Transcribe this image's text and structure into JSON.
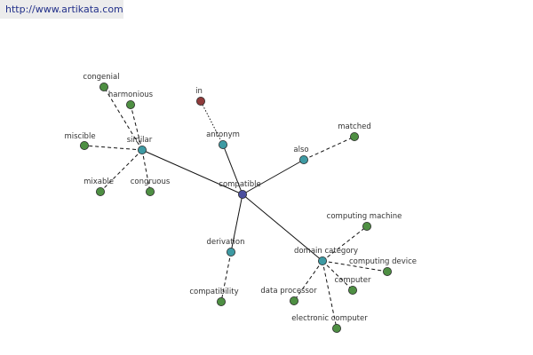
{
  "source_url": "http://www.artikata.com",
  "colors": {
    "center": "#4b4f9e",
    "relation": "#3e9aa3",
    "word": "#4e8f43",
    "antonym_word": "#8f3b3b"
  },
  "center_node": {
    "id": "compatible",
    "label": "compatible"
  },
  "relation_nodes": [
    {
      "id": "similar",
      "label": "similar"
    },
    {
      "id": "antonym",
      "label": "antonym"
    },
    {
      "id": "also",
      "label": "also"
    },
    {
      "id": "derivation",
      "label": "derivation"
    },
    {
      "id": "domain_category",
      "label": "domain category"
    }
  ],
  "word_nodes": [
    {
      "id": "congenial",
      "label": "congenial",
      "relation": "similar"
    },
    {
      "id": "harmonious",
      "label": "harmonious",
      "relation": "similar"
    },
    {
      "id": "miscible",
      "label": "miscible",
      "relation": "similar"
    },
    {
      "id": "mixable",
      "label": "mixable",
      "relation": "similar"
    },
    {
      "id": "congruous",
      "label": "congruous",
      "relation": "similar"
    },
    {
      "id": "in",
      "label": "in",
      "relation": "antonym"
    },
    {
      "id": "matched",
      "label": "matched",
      "relation": "also"
    },
    {
      "id": "compatibility",
      "label": "compatibility",
      "relation": "derivation"
    },
    {
      "id": "computing_machine",
      "label": "computing machine",
      "relation": "domain_category"
    },
    {
      "id": "computing_device",
      "label": "computing device",
      "relation": "domain_category"
    },
    {
      "id": "computer",
      "label": "computer",
      "relation": "domain_category"
    },
    {
      "id": "data_processor",
      "label": "data processor",
      "relation": "domain_category"
    },
    {
      "id": "electronic_computer",
      "label": "electronic computer",
      "relation": "domain_category"
    }
  ]
}
